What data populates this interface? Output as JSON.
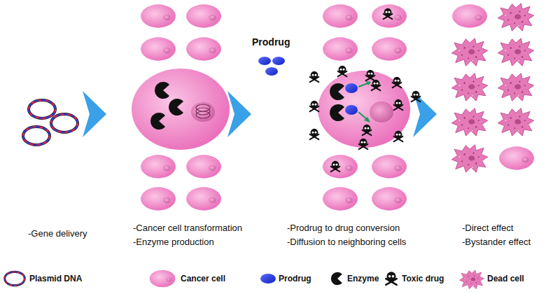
{
  "diagram": {
    "labels": [
      "Prodrug",
      "-Gene delivery",
      "-Cancer cell transformation",
      "-Enzyme production",
      "-Prodrug to drug conversion",
      "-Diffusion to neighboring cells",
      "-Direct effect",
      "-Bystander effect"
    ],
    "legend": [
      {
        "text": "Plasmid DNA"
      },
      {
        "text": "Cancer cell"
      },
      {
        "text": "Prodrug"
      },
      {
        "text": "Enzyme"
      },
      {
        "text": "Toxic drug"
      },
      {
        "text": "Dead cell"
      }
    ]
  }
}
